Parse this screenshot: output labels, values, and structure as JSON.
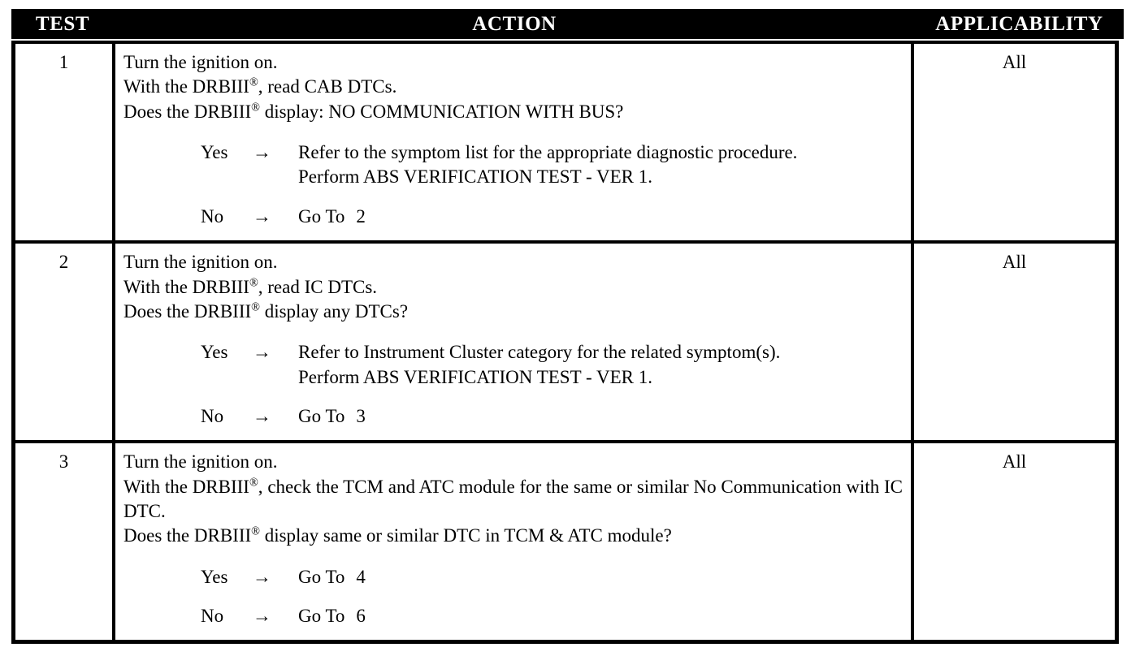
{
  "table": {
    "columns": [
      {
        "key": "test",
        "label": "TEST"
      },
      {
        "key": "action",
        "label": "ACTION"
      },
      {
        "key": "applicability",
        "label": "APPLICABILITY"
      }
    ],
    "rows": [
      {
        "test": "1",
        "applicability": "All",
        "statements": [
          "Turn the ignition on.",
          "With the DRBIII®, read CAB DTCs.",
          "Does the DRBIII® display: NO COMMUNICATION WITH BUS?"
        ],
        "branches": [
          {
            "label": "Yes",
            "arrow": "→",
            "lines": [
              "Refer to the symptom list for the appropriate diagnostic proce-dure.",
              "Perform ABS VERIFICATION TEST - VER 1."
            ]
          },
          {
            "label": "No",
            "arrow": "→",
            "lines": [
              "Go To"
            ],
            "goto": "2"
          }
        ]
      },
      {
        "test": "2",
        "applicability": "All",
        "statements": [
          "Turn the ignition on.",
          "With the DRBIII®, read IC DTCs.",
          "Does the DRBIII® display any DTCs?"
        ],
        "branches": [
          {
            "label": "Yes",
            "arrow": "→",
            "lines": [
              "Refer to Instrument Cluster category for the related symptom(s).",
              "Perform ABS VERIFICATION TEST - VER 1."
            ]
          },
          {
            "label": "No",
            "arrow": "→",
            "lines": [
              "Go To"
            ],
            "goto": "3"
          }
        ]
      },
      {
        "test": "3",
        "applicability": "All",
        "statements": [
          "Turn the ignition on.",
          "With the DRBIII®, check the TCM and ATC module for the same or similar No Communication with IC DTC.",
          "Does the DRBIII® display same or similar DTC in TCM & ATC module?"
        ],
        "branches": [
          {
            "label": "Yes",
            "arrow": "→",
            "lines": [
              "Go To"
            ],
            "goto": "4"
          },
          {
            "label": "No",
            "arrow": "→",
            "lines": [
              "Go To"
            ],
            "goto": "6"
          }
        ]
      }
    ]
  }
}
